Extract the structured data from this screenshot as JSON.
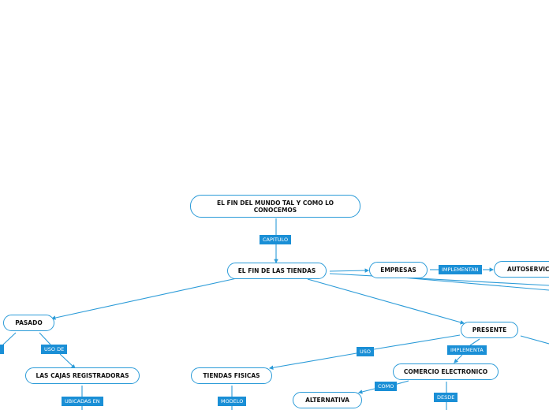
{
  "nodes": {
    "root": "EL FIN DEL MUNDO TAL Y COMO LO CONOCEMOS",
    "fin_tiendas": "EL FIN DE LAS TIENDAS",
    "empresas": "EMPRESAS",
    "autoservicio": "AUTOSERVICIO",
    "pasado": "PASADO",
    "presente": "PRESENTE",
    "cajas": "LAS CAJAS REGISTRADORAS",
    "tiendas_fisicas": "TIENDAS FISICAS",
    "comercio": "COMERCIO ELECTRONICO",
    "alternativa": "ALTERNATIVA"
  },
  "labels": {
    "capitulo": "CAPITULO",
    "implementan": "IMPLEMENTAN",
    "uso_de": "USO DE",
    "uso": "USO",
    "implementa": "IMPLEMENTA",
    "como": "COMO",
    "desde": "DESDE",
    "modelo": "MODELO",
    "ubicadas_en": "UBICADAS EN"
  },
  "colors": {
    "line": "#2b9bd8",
    "label_bg": "#1a8fd6"
  }
}
